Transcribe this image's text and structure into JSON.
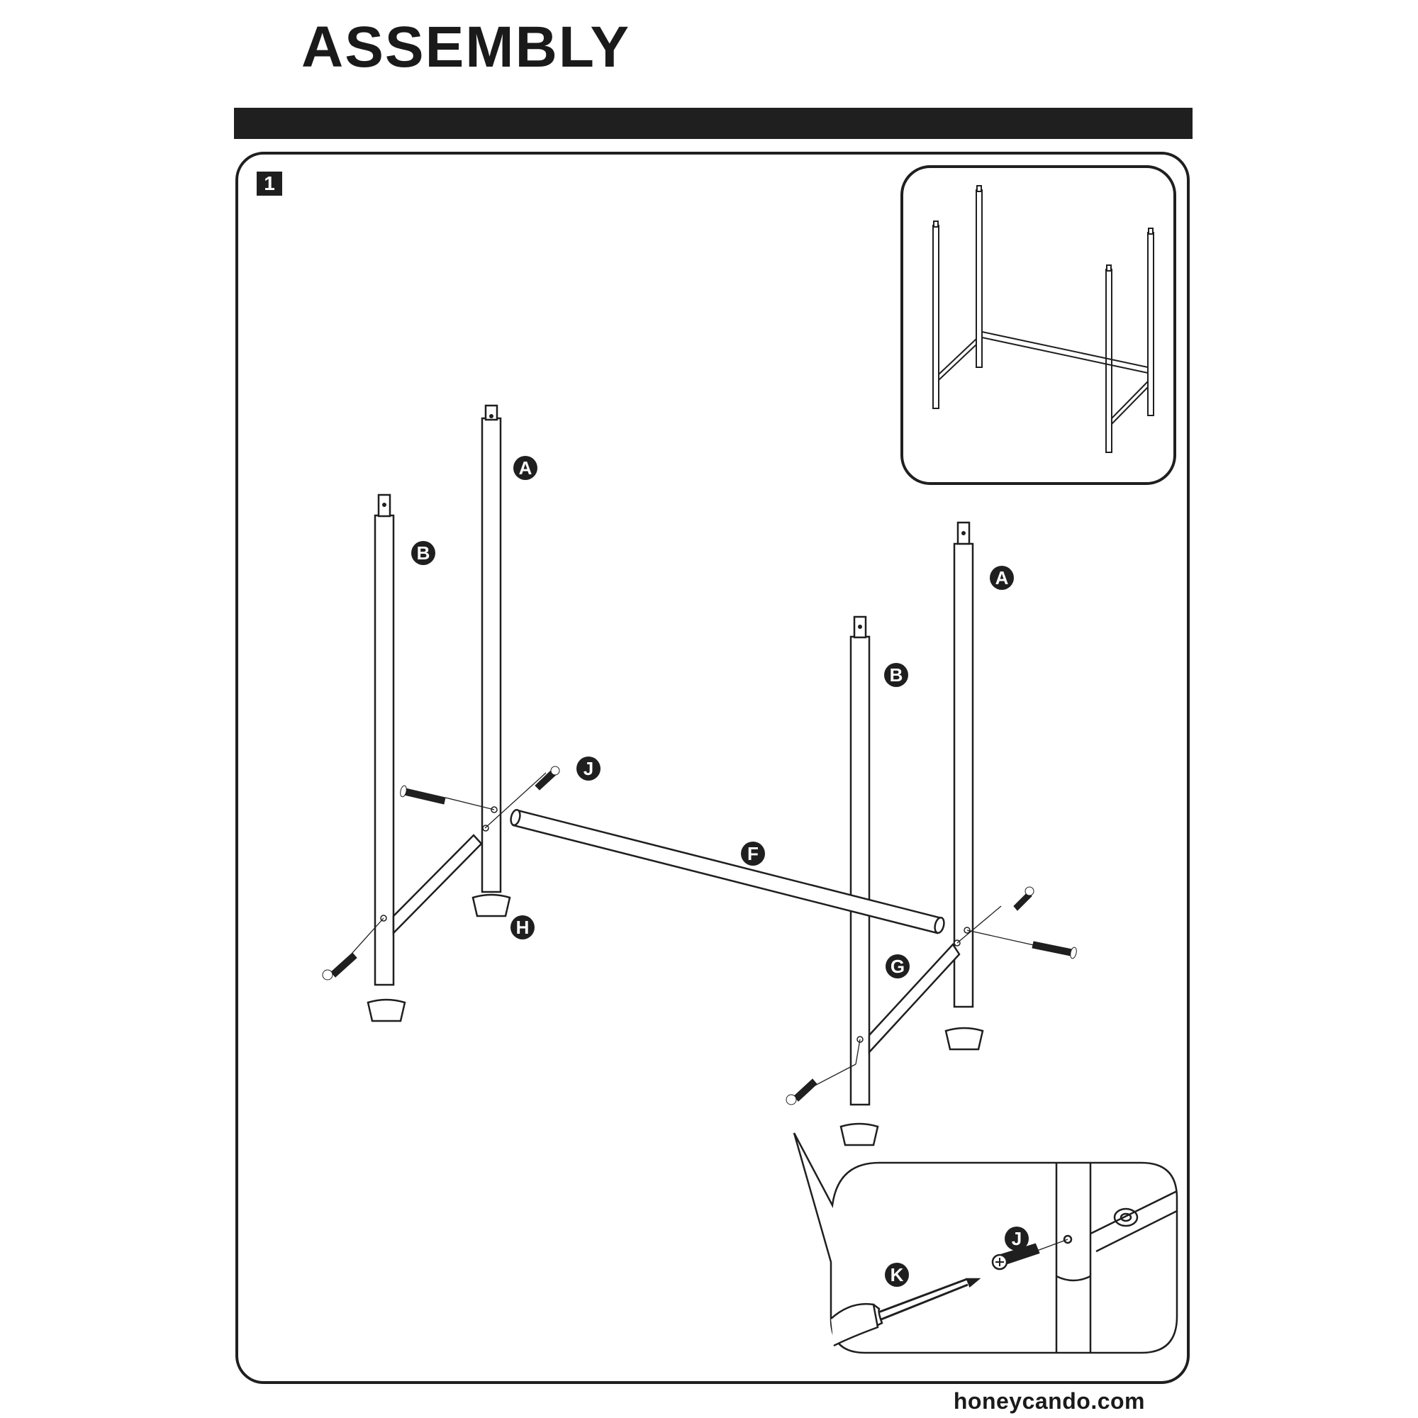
{
  "header": {
    "title": "ASSEMBLY"
  },
  "step": {
    "number": "1"
  },
  "parts": {
    "a": "A",
    "b": "B",
    "f": "F",
    "g": "G",
    "h": "H",
    "j": "J",
    "k": "K"
  },
  "footer": {
    "website": "honeycando.com"
  }
}
